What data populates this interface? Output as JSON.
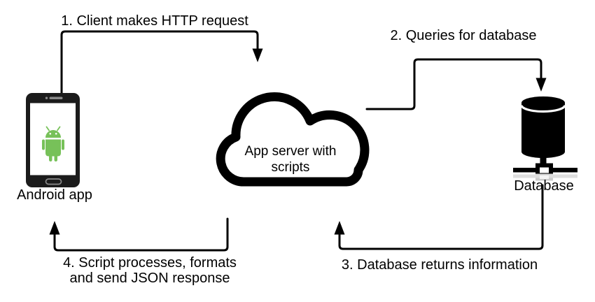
{
  "nodes": {
    "android": {
      "label": "Android app"
    },
    "server": {
      "label_line1": "App server with",
      "label_line2": "scripts"
    },
    "database": {
      "label": "Database"
    }
  },
  "steps": {
    "s1": {
      "label": "1. Client makes HTTP request"
    },
    "s2": {
      "label": "2. Queries for database"
    },
    "s3": {
      "label": "3. Database returns information"
    },
    "s4": {
      "line1": "4. Script processes, formats",
      "line2": "and send JSON response"
    }
  },
  "colors": {
    "line": "#000000",
    "icon": "#000000",
    "android_green": "#77C159",
    "phone_body": "#1b1b1b",
    "phone_detail": "#8a8a8a",
    "reflection_light": "#dedede",
    "reflection_mid": "#cccccc"
  }
}
